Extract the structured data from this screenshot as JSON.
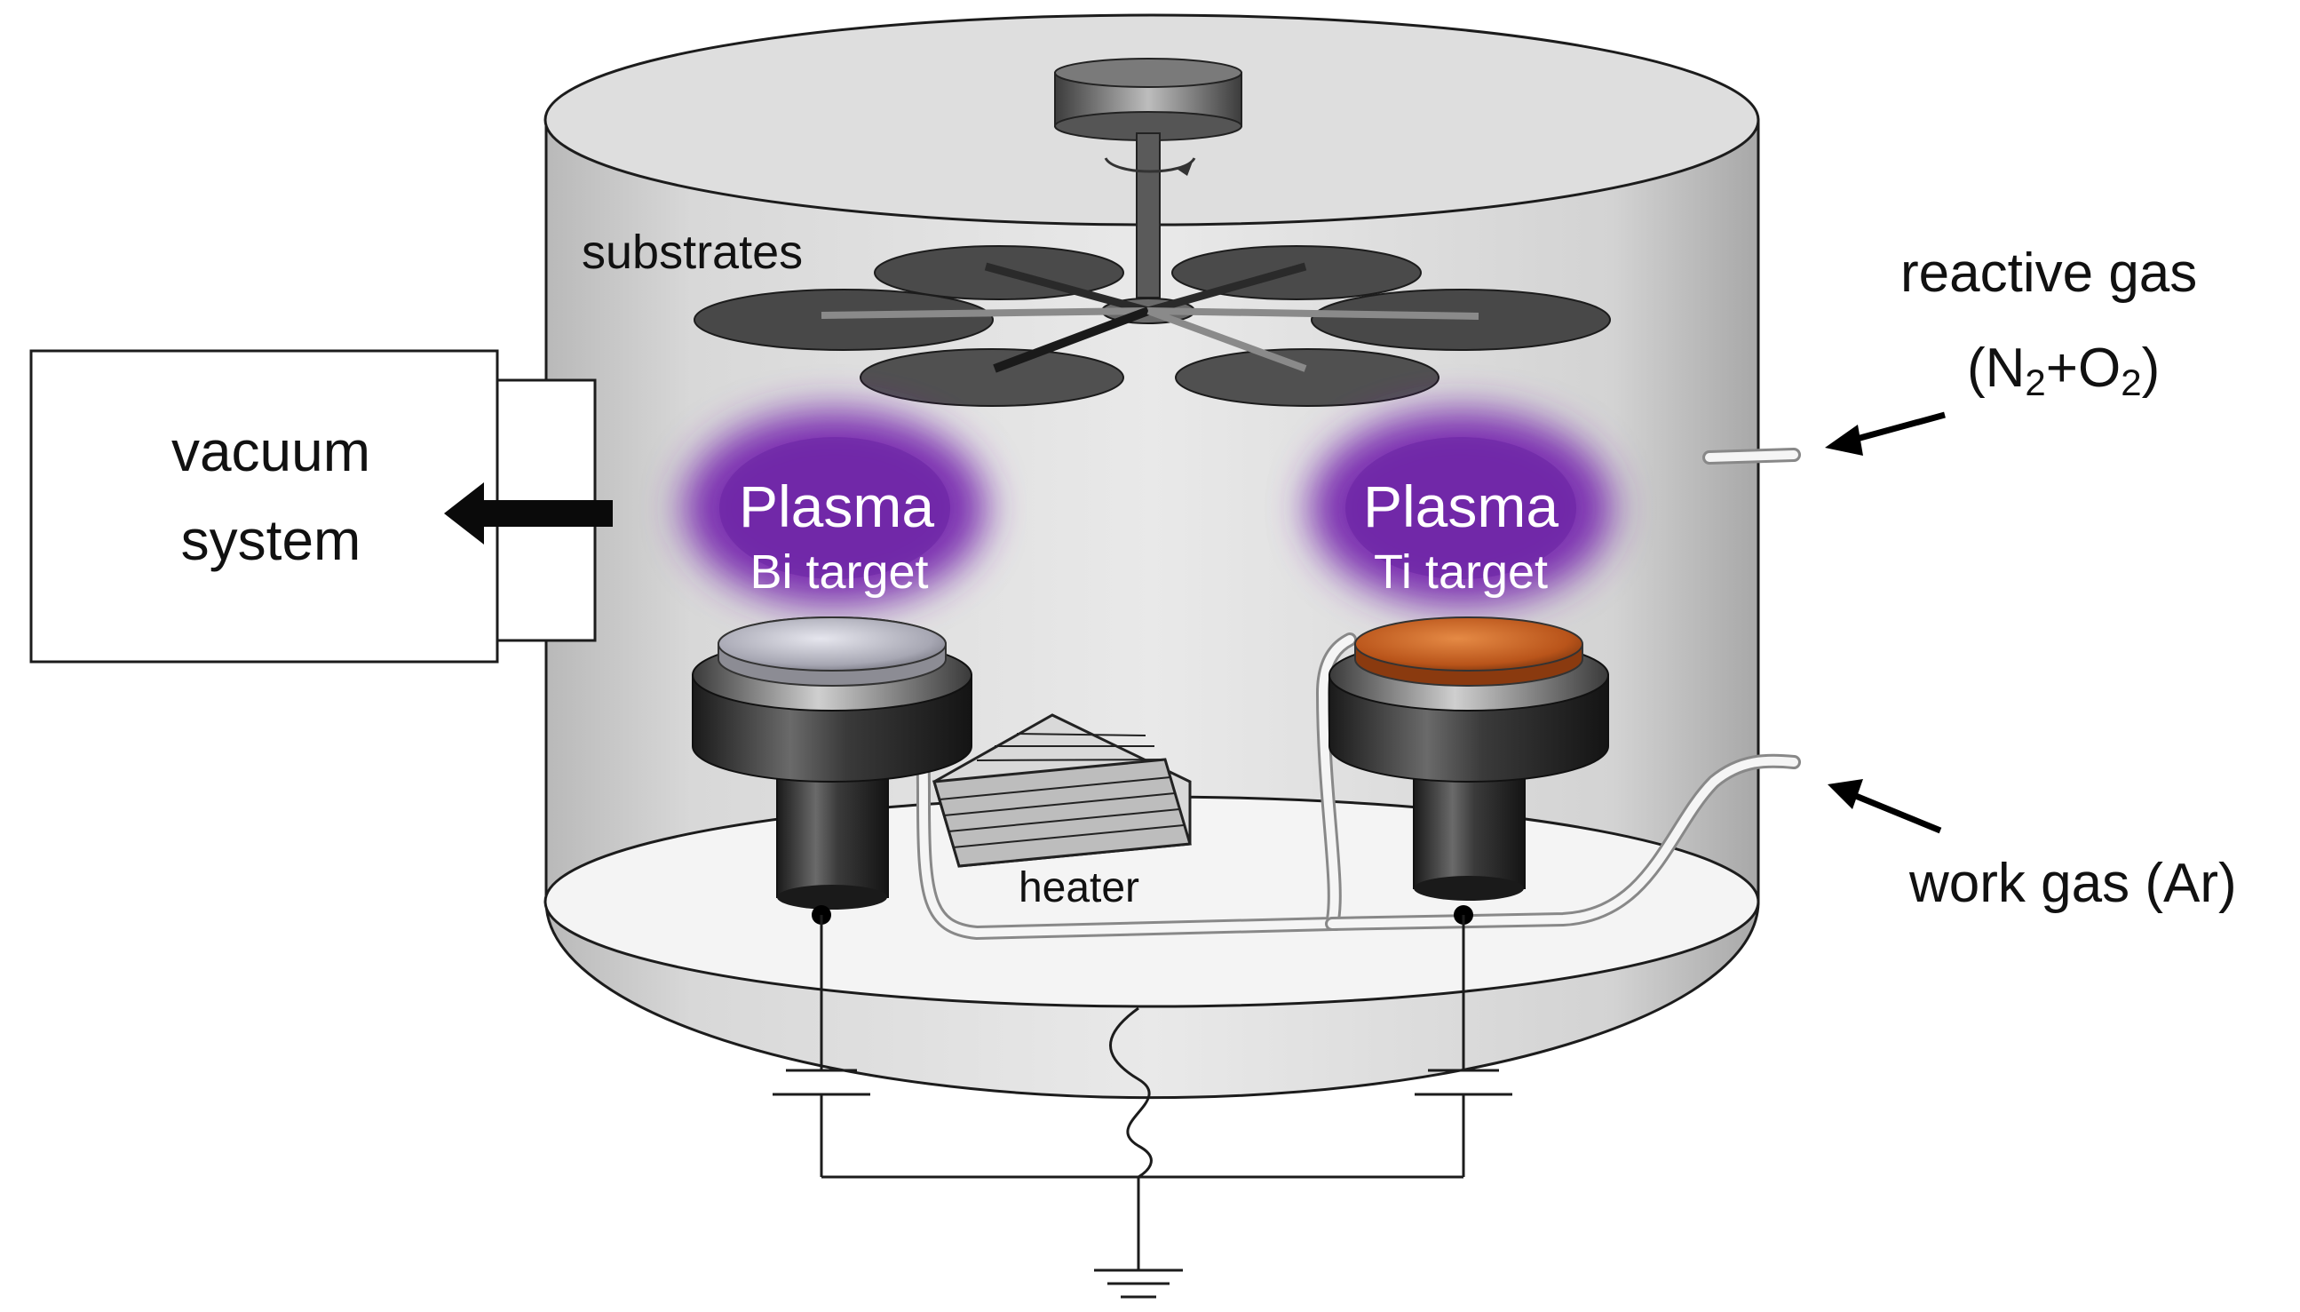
{
  "labels": {
    "substrates": "substrates",
    "reactive_gas": "reactive gas",
    "reactive_gas_formula": {
      "open": "(N",
      "sub1": "2",
      "plus": "+O",
      "sub2": "2",
      "close": ")"
    },
    "vacuum_line1": "vacuum",
    "vacuum_line2": "system",
    "plasma_left": "Plasma",
    "target_left": "Bi target",
    "plasma_right": "Plasma",
    "target_right": "Ti target",
    "heater": "heater",
    "work_gas": "work gas (Ar)"
  },
  "colors": {
    "chamber_fill": "#e2e2e2",
    "plasma": "#7a2fb0",
    "ti_target": "#c8601c",
    "bi_target": "#b9b9c2",
    "magnetron_body": "#2b2b2b",
    "substrate_disc": "#4a4a4a"
  }
}
